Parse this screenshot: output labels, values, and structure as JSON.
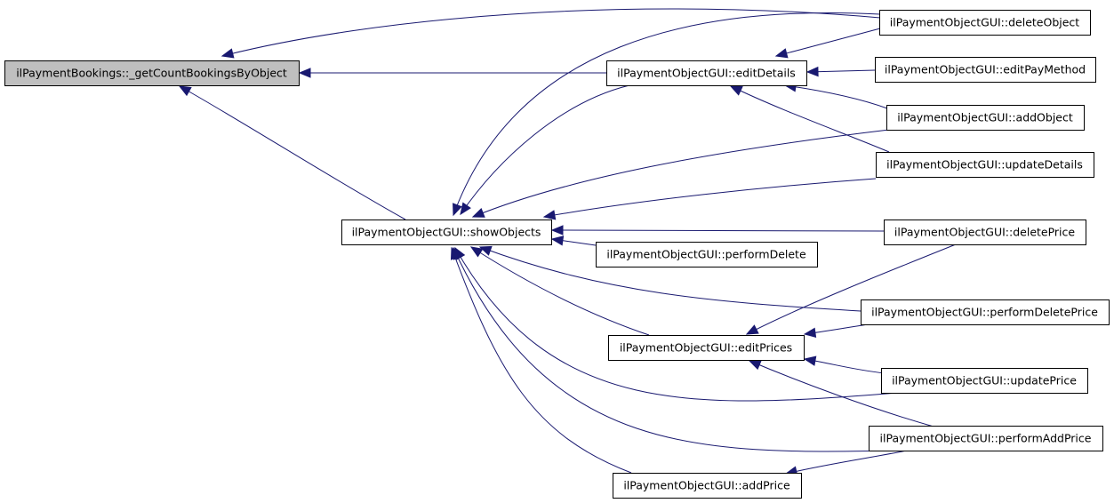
{
  "diagram": {
    "type": "call-graph",
    "accent_color": "#191970",
    "root_fill": "#bfbfbf",
    "nodes": [
      {
        "id": "getCount",
        "label": "ilPaymentBookings::_getCountBookingsByObject",
        "highlighted": true
      },
      {
        "id": "deleteObject",
        "label": "ilPaymentObjectGUI::deleteObject"
      },
      {
        "id": "editDetails",
        "label": "ilPaymentObjectGUI::editDetails"
      },
      {
        "id": "editPayMethod",
        "label": "ilPaymentObjectGUI::editPayMethod"
      },
      {
        "id": "addObject",
        "label": "ilPaymentObjectGUI::addObject"
      },
      {
        "id": "updateDetails",
        "label": "ilPaymentObjectGUI::updateDetails"
      },
      {
        "id": "showObjects",
        "label": "ilPaymentObjectGUI::showObjects"
      },
      {
        "id": "deletePrice",
        "label": "ilPaymentObjectGUI::deletePrice"
      },
      {
        "id": "performDelete",
        "label": "ilPaymentObjectGUI::performDelete"
      },
      {
        "id": "performDeletePrice",
        "label": "ilPaymentObjectGUI::performDeletePrice"
      },
      {
        "id": "editPrices",
        "label": "ilPaymentObjectGUI::editPrices"
      },
      {
        "id": "updatePrice",
        "label": "ilPaymentObjectGUI::updatePrice"
      },
      {
        "id": "performAddPrice",
        "label": "ilPaymentObjectGUI::performAddPrice"
      },
      {
        "id": "addPrice",
        "label": "ilPaymentObjectGUI::addPrice"
      }
    ],
    "edges": [
      {
        "from": "deleteObject",
        "to": "getCount"
      },
      {
        "from": "editDetails",
        "to": "getCount"
      },
      {
        "from": "showObjects",
        "to": "getCount"
      },
      {
        "from": "deleteObject",
        "to": "editDetails"
      },
      {
        "from": "editPayMethod",
        "to": "editDetails"
      },
      {
        "from": "addObject",
        "to": "editDetails"
      },
      {
        "from": "updateDetails",
        "to": "editDetails"
      },
      {
        "from": "deleteObject",
        "to": "showObjects"
      },
      {
        "from": "editDetails",
        "to": "showObjects"
      },
      {
        "from": "addObject",
        "to": "showObjects"
      },
      {
        "from": "updateDetails",
        "to": "showObjects"
      },
      {
        "from": "deletePrice",
        "to": "showObjects"
      },
      {
        "from": "performDelete",
        "to": "showObjects"
      },
      {
        "from": "performDeletePrice",
        "to": "showObjects"
      },
      {
        "from": "editPrices",
        "to": "showObjects"
      },
      {
        "from": "updatePrice",
        "to": "showObjects"
      },
      {
        "from": "performAddPrice",
        "to": "showObjects"
      },
      {
        "from": "addPrice",
        "to": "showObjects"
      },
      {
        "from": "deletePrice",
        "to": "editPrices"
      },
      {
        "from": "performDeletePrice",
        "to": "editPrices"
      },
      {
        "from": "updatePrice",
        "to": "editPrices"
      },
      {
        "from": "performAddPrice",
        "to": "editPrices"
      },
      {
        "from": "performAddPrice",
        "to": "addPrice"
      }
    ]
  }
}
